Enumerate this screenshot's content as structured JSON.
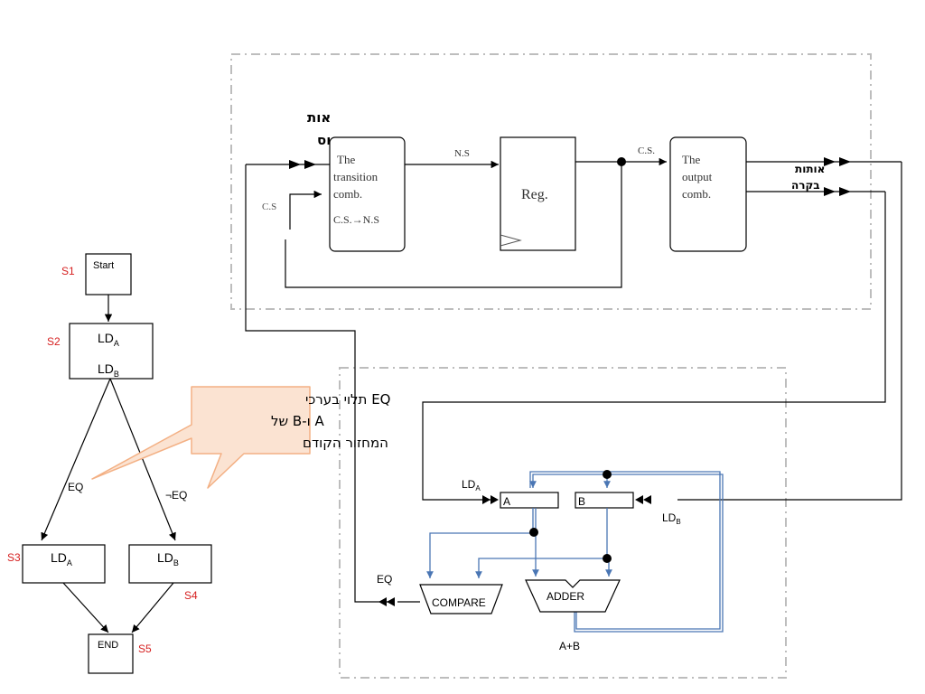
{
  "status_signals_label": [
    "אות",
    "הסטטוס"
  ],
  "control_signals_label": [
    "אותות",
    "בקרה"
  ],
  "fsm": {
    "transition_block": [
      "The",
      "transition",
      "comb.",
      "C.S.→N.S"
    ],
    "register_block": "Reg.",
    "output_block": [
      "The",
      "output",
      "comb."
    ],
    "ns_label": "N.S",
    "cs_label_top": "C.S.",
    "cs_label_feedback": "C.S"
  },
  "datapath": {
    "ld_a": {
      "base": "LD",
      "sub": "A"
    },
    "ld_b": {
      "base": "LD",
      "sub": "B"
    },
    "reg_a": "A",
    "reg_b": "B",
    "compare": "COMPARE",
    "adder": "ADDER",
    "eq_out": "EQ",
    "sum": "A+B"
  },
  "flowchart": {
    "s1": {
      "state": "S1",
      "text": "Start"
    },
    "s2": {
      "state": "S2",
      "line1": {
        "base": "LD",
        "sub": "A"
      },
      "line2": {
        "base": "LD",
        "sub": "B"
      }
    },
    "s3": {
      "state": "S3",
      "text": {
        "base": "LD",
        "sub": "A"
      }
    },
    "s4": {
      "state": "S4",
      "text": {
        "base": "LD",
        "sub": "B"
      }
    },
    "s5": {
      "state": "S5",
      "text": "END"
    },
    "eq_branch": "EQ",
    "not_eq_branch": "¬EQ"
  },
  "callout": [
    "EQ תלוי בערכי",
    "A ו-B של",
    "המחזור הקודם"
  ],
  "colors": {
    "line": "#000000",
    "blue": "#4a76b4",
    "dash": "#bdbdbd",
    "state_red": "#d62020",
    "callout_fill": "#fbe3d2",
    "callout_stroke": "#f3b084"
  }
}
